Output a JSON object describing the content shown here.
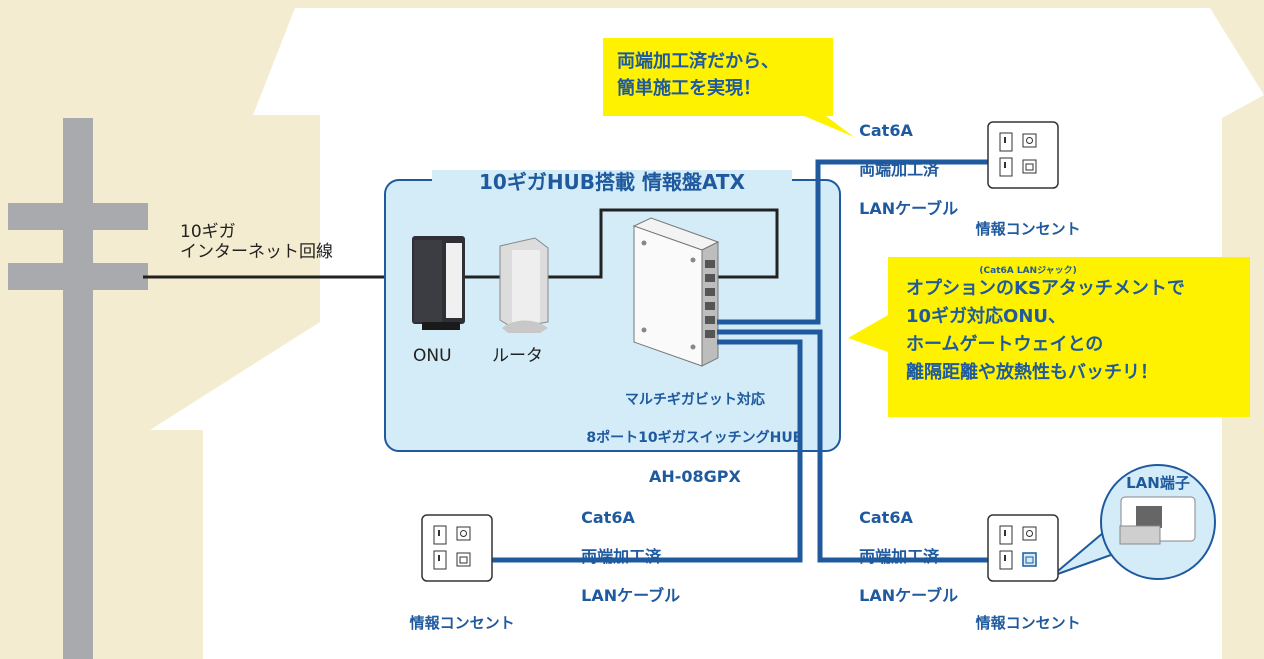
{
  "internet": {
    "line1": "10ギガ",
    "line2": "インターネット回線"
  },
  "atx_title": "10ギガHUB搭載 情報盤ATX",
  "devices": {
    "onu": "ONU",
    "router": "ルータ"
  },
  "hub": {
    "line1": "マルチギガビット対応",
    "line2": "8ポート10ギガスイッチングHUB",
    "model": "AH-08GPX"
  },
  "callout_top": {
    "line1": "両端加工済だから、",
    "line2": "簡単施工を実現！"
  },
  "callout_right": {
    "line1": "オプションのKSアタッチメントで",
    "line2": "10ギガ対応ONU、",
    "line3": "ホームゲートウェイとの",
    "line4": "離隔距離や放熱性もバッチリ！"
  },
  "cable_label": {
    "line1": "Cat6A",
    "line2": "両端加工済",
    "line3": "LANケーブル"
  },
  "outlet_label": {
    "main": "情報コンセント",
    "sub": "(Cat6A LANジャック)"
  },
  "lan_terminal": "LAN端子",
  "colors": {
    "background": "#f4ecd0",
    "house": "#ffffff",
    "pole": "#a9aaae",
    "panel": "#d3ecf8",
    "cable": "#1f5a9e",
    "callout": "#fff200"
  }
}
